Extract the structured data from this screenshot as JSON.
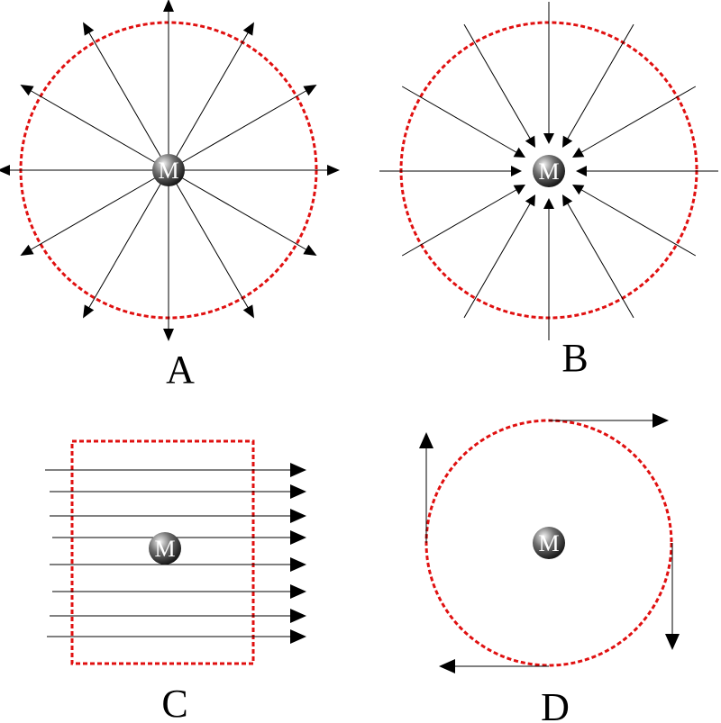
{
  "panels": [
    {
      "id": "A",
      "label": "A",
      "mass_label": "M"
    },
    {
      "id": "B",
      "label": "B",
      "mass_label": "M"
    },
    {
      "id": "C",
      "label": "C",
      "mass_label": "M"
    },
    {
      "id": "D",
      "label": "D",
      "mass_label": "M"
    }
  ],
  "colors": {
    "boundary": "#e01010",
    "field_lines": "#000000",
    "mass": "#555555"
  }
}
